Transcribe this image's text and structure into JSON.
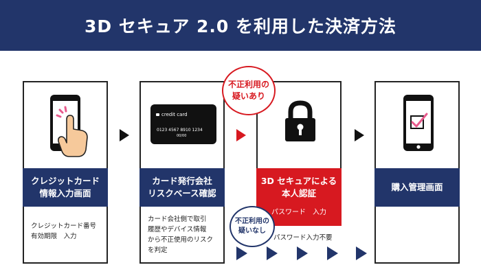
{
  "header": {
    "title": "3D セキュア 2.0 を利用した決済方法"
  },
  "steps": [
    {
      "band_line1": "クレジットカード",
      "band_line2": "情報入力画面",
      "note_line1": "クレジットカード番号",
      "note_line2": "有効期限　入力"
    },
    {
      "band_line1": "カード発行会社",
      "band_line2": "リスクベース確認",
      "card_label": "credit card",
      "card_number": "0123 4567 8910 1234",
      "card_expiry": "00/00",
      "note_line1": "カード会社側で取引",
      "note_line2": "履歴やデバイス情報",
      "note_line3": "から不正使用のリスク",
      "note_line4": "を判定"
    },
    {
      "band_line1": "3D セキュアによる",
      "band_line2": "本人認証",
      "band_sub": "パスワード　入力"
    },
    {
      "band_line1": "購入管理画面"
    }
  ],
  "bubbles": {
    "suspicious_line1": "不正利用の",
    "suspicious_line2": "疑いあり",
    "clear_line1": "不正利用の",
    "clear_line2": "疑いなし"
  },
  "flow_label": "パスワード入力不要",
  "colors": {
    "navy": "#22356a",
    "red": "#d71920",
    "black": "#111111"
  }
}
